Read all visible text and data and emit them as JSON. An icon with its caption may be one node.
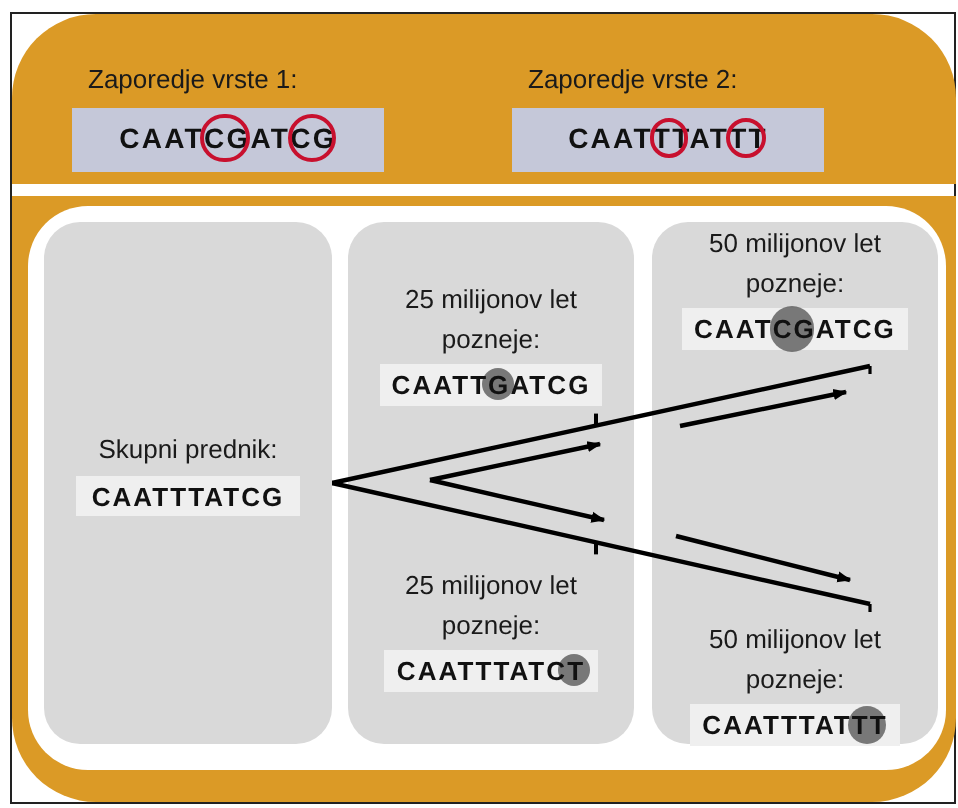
{
  "diagram": {
    "nodes": [
      {
        "text": [
          "Zaporedje vrste 1:",
          "CAATCGATCG"
        ]
      },
      {
        "text": [
          "Zaporedje vrste 2:",
          "CAATTTATTT"
        ]
      },
      {
        "text": [
          "Skupni prednik:",
          "CAATTTATCG"
        ]
      },
      {
        "text": [
          "25 milijonov let pozneje:",
          "CAATTGATCG"
        ]
      },
      {
        "text": [
          "25 milijonov let pozneje:",
          "CAATTTATCT"
        ]
      },
      {
        "text": [
          "50 milijonov let pozneje:",
          "CAATCGATCG"
        ]
      },
      {
        "text": [
          "50 milijonov let pozneje:",
          "CAATTTATTT"
        ]
      }
    ],
    "edges": [
      {
        "from": 2,
        "to": 5,
        "arrow": "other"
      },
      {
        "from": 2,
        "to": 6,
        "arrow": "other"
      }
    ]
  }
}
